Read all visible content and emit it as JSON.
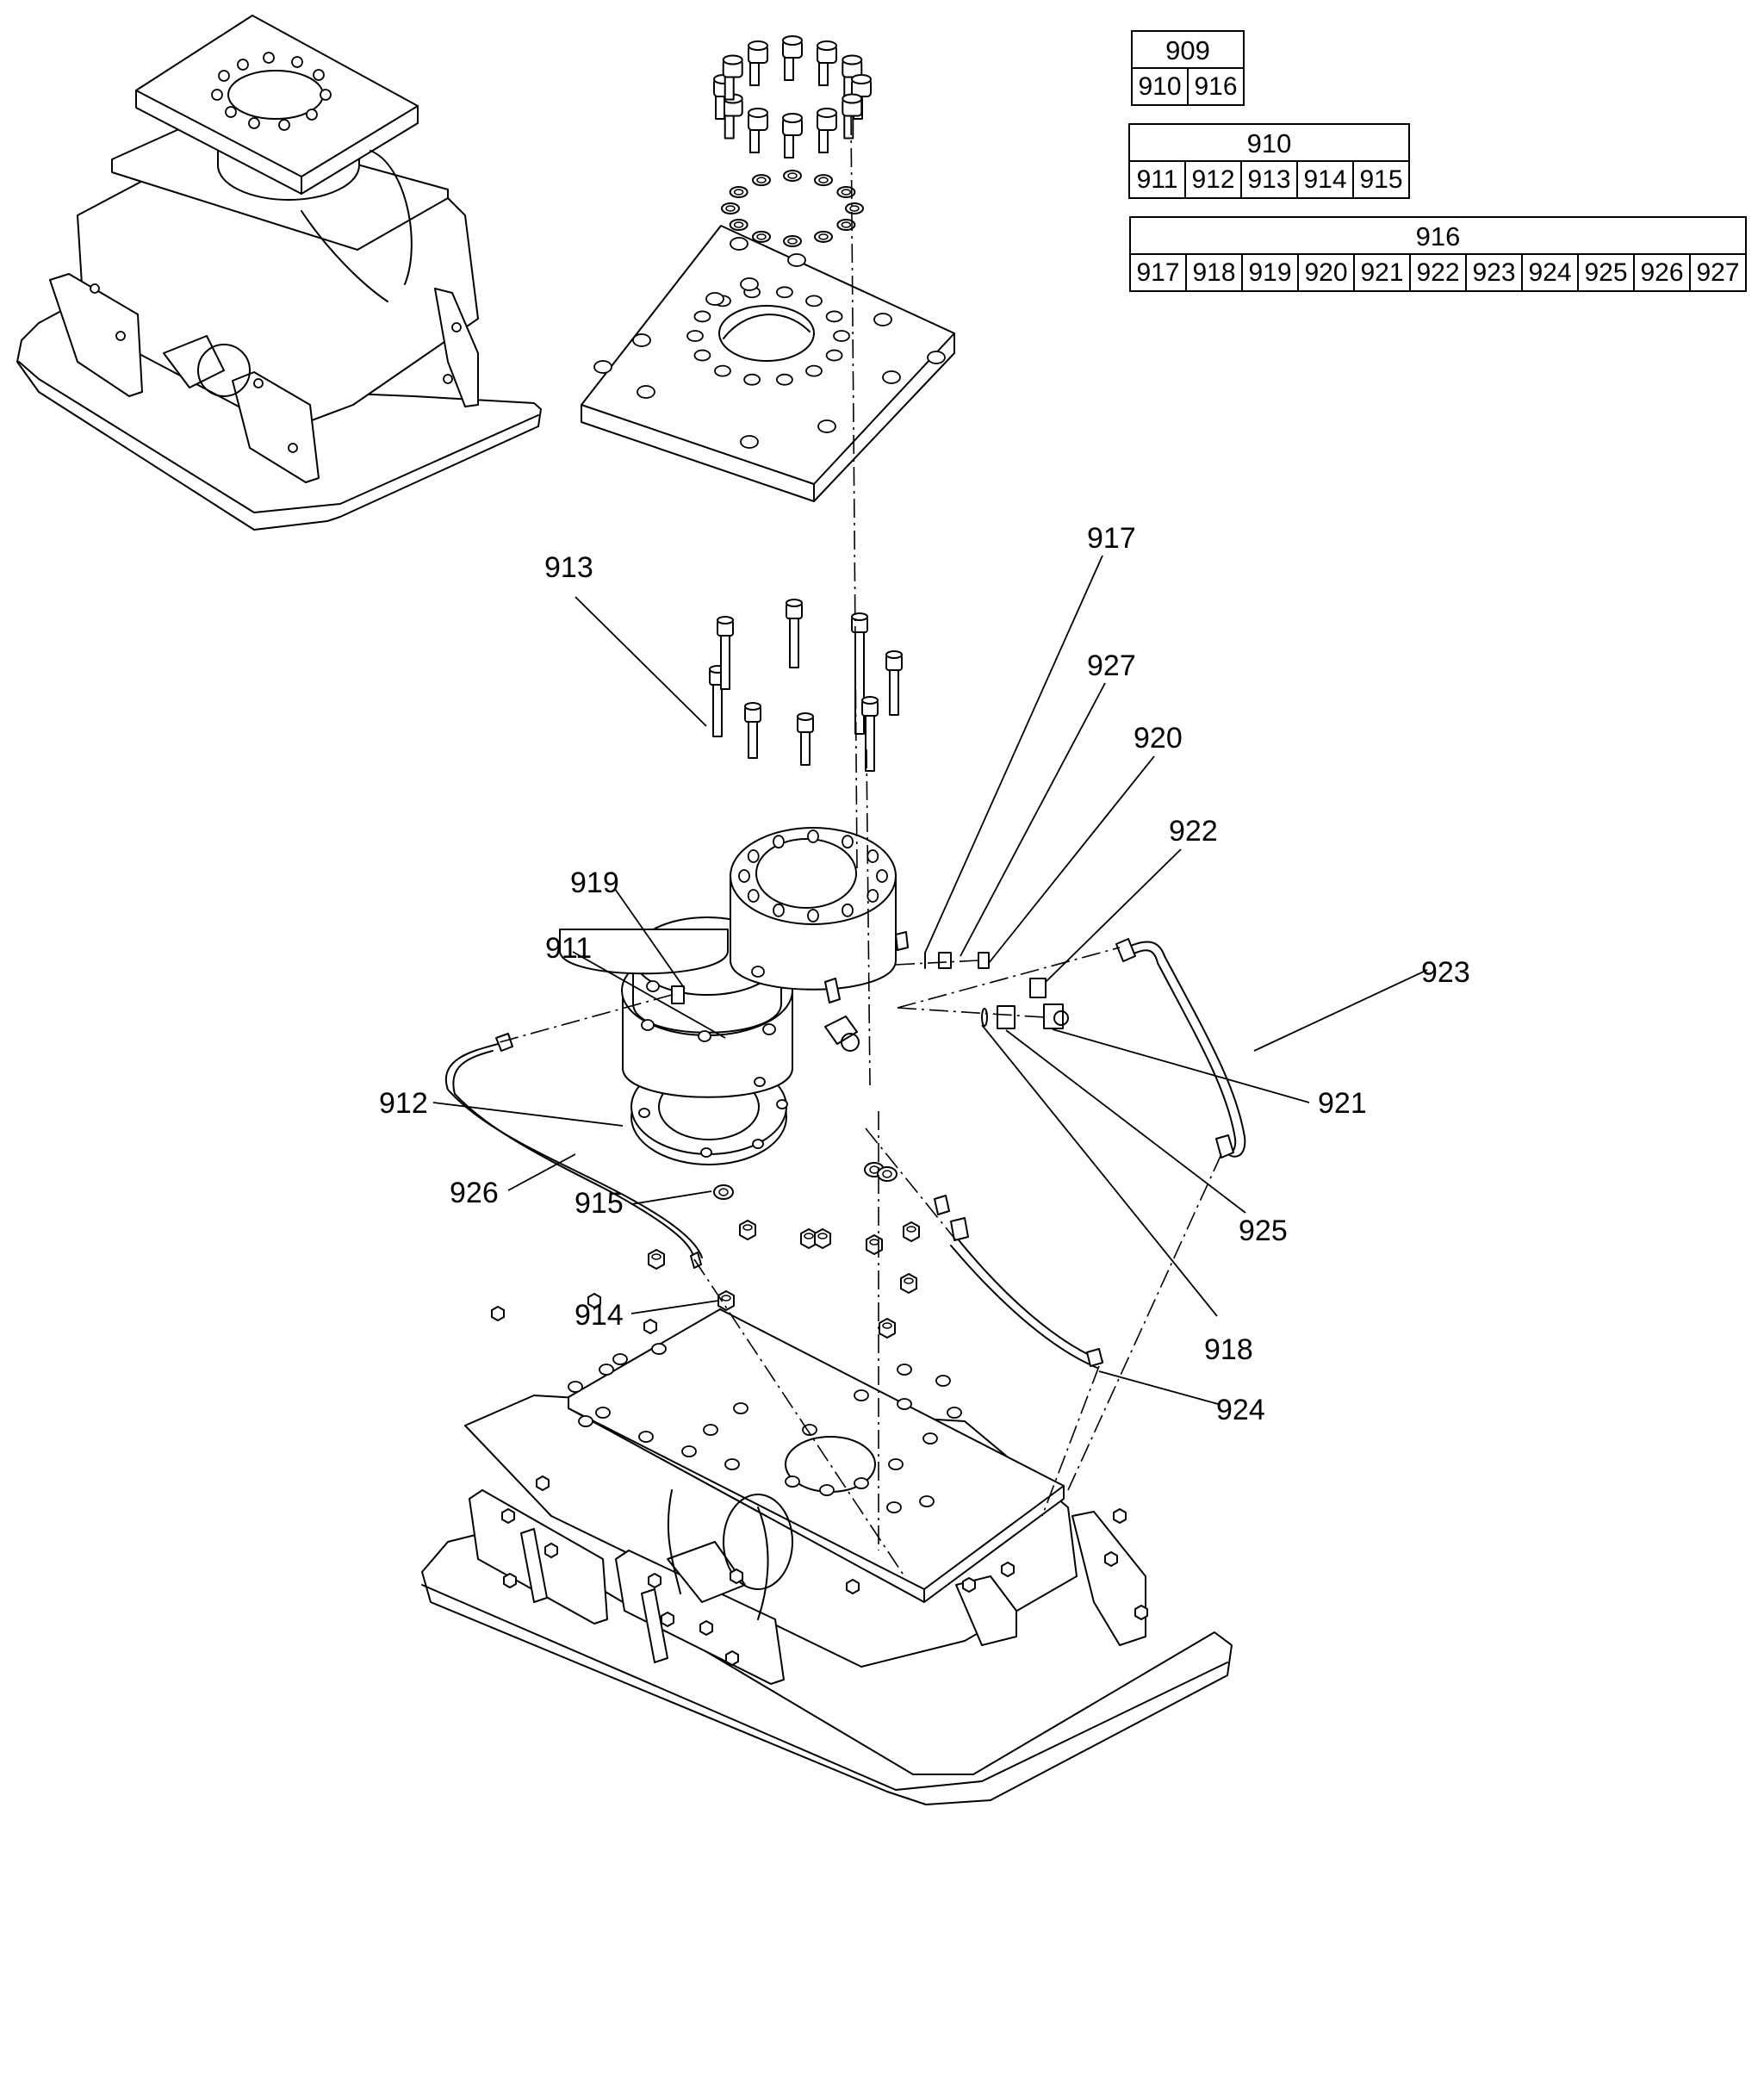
{
  "bom_tables": [
    {
      "parent": "909",
      "children": [
        "910",
        "916"
      ]
    },
    {
      "parent": "910",
      "children": [
        "911",
        "912",
        "913",
        "914",
        "915"
      ]
    },
    {
      "parent": "916",
      "children": [
        "917",
        "918",
        "919",
        "920",
        "921",
        "922",
        "923",
        "924",
        "925",
        "926",
        "927"
      ]
    }
  ],
  "callouts": {
    "c913": "913",
    "c917": "917",
    "c927": "927",
    "c920": "920",
    "c922": "922",
    "c919": "919",
    "c911": "911",
    "c923": "923",
    "c912": "912",
    "c921": "921",
    "c926": "926",
    "c915": "915",
    "c925": "925",
    "c914": "914",
    "c918": "918",
    "c924": "924"
  },
  "parts": {
    "mounting_plate": "adapter-plate",
    "rotator": "rotator-assembly",
    "compactor": "plate-compactor-base",
    "thumbnail": "assembled-view"
  }
}
